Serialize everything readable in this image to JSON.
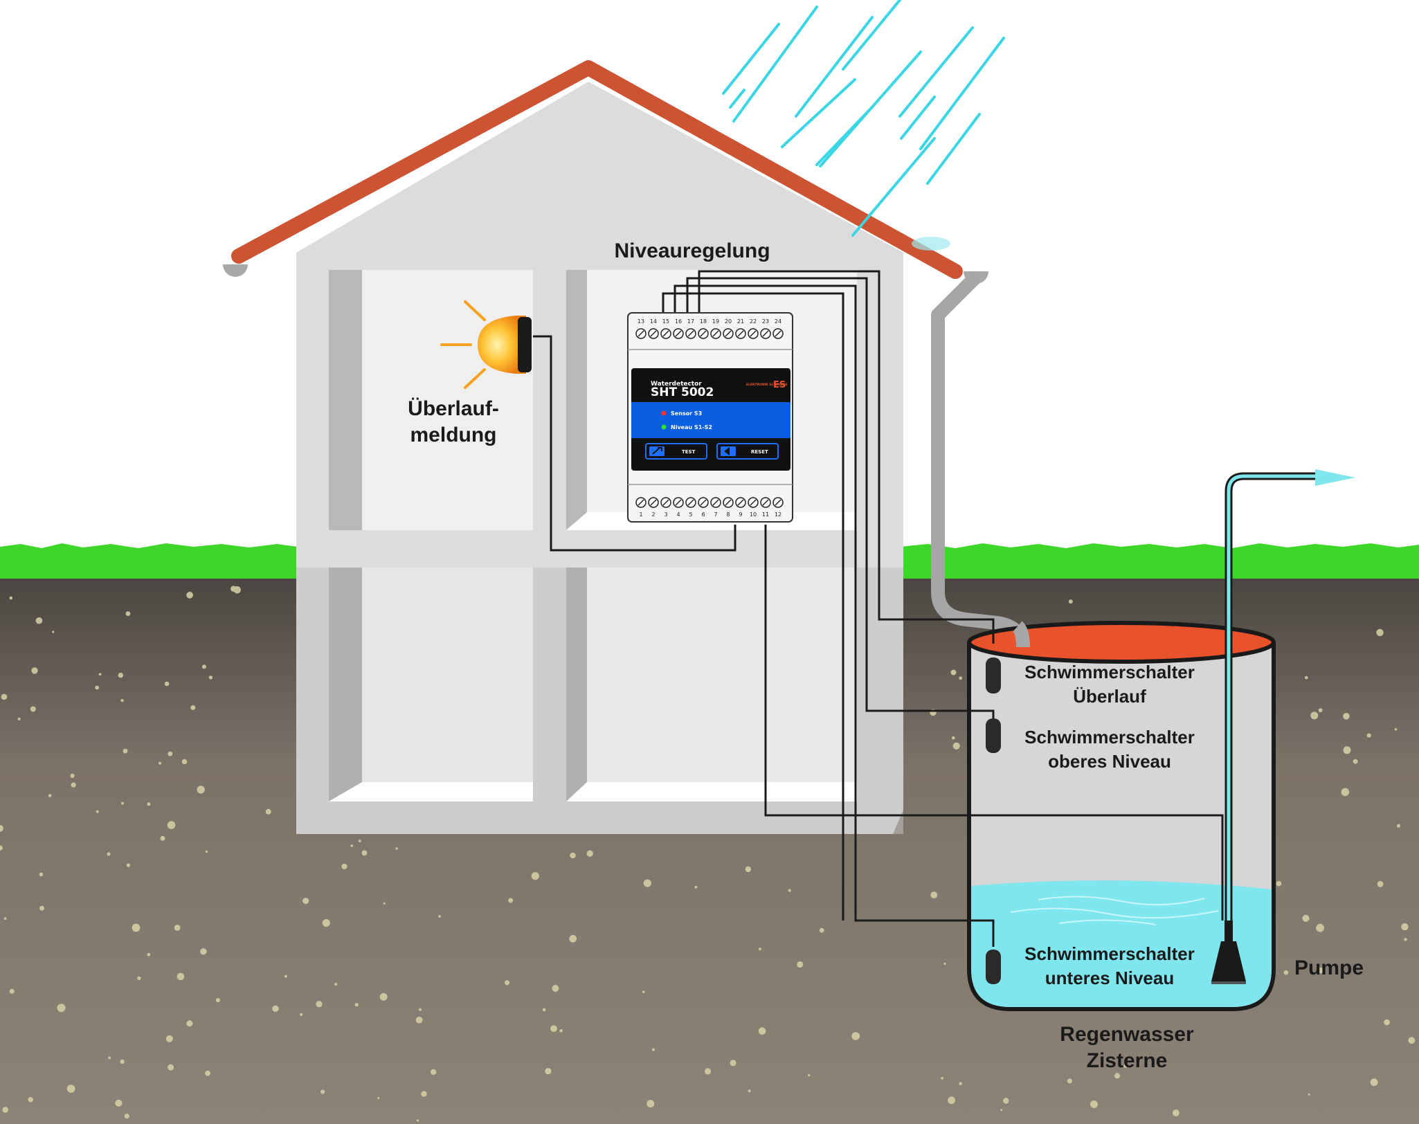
{
  "colors": {
    "sky": "#ffffff",
    "grass": "#3fd62a",
    "soil_top": "#4a4540",
    "soil_bottom": "#8a7f73",
    "roof": "#cc5432",
    "wall": "#d4d4d4",
    "water": "#7ee6ec",
    "cistern_top": "#e8532b",
    "rain": "#3ad6e6",
    "controller_blue": "#0a5fe0"
  },
  "labels": {
    "controller_title": "Niveauregelung",
    "overflow_alarm_line1": "Überlauf-",
    "overflow_alarm_line2": "meldung",
    "float_overflow_line1": "Schwimmerschalter",
    "float_overflow_line2": "Überlauf",
    "float_upper_line1": "Schwimmerschalter",
    "float_upper_line2": "oberes Niveau",
    "float_lower_line1": "Schwimmerschalter",
    "float_lower_line2": "unteres Niveau",
    "pump": "Pumpe",
    "cistern_line1": "Regenwasser",
    "cistern_line2": "Zisterne"
  },
  "controller": {
    "subtitle": "Waterdetector",
    "model": "SHT 5002",
    "brand": "ES",
    "brand_small": "ELEKTRONIK SCHMIEDE",
    "led1": "Sensor S3",
    "led2": "Niveau S1-S2",
    "button_test": "TEST",
    "button_reset": "RESET",
    "top_terminals": [
      "13",
      "14",
      "15",
      "16",
      "17",
      "18",
      "19",
      "20",
      "21",
      "22",
      "23",
      "24"
    ],
    "bottom_terminals": [
      "1",
      "2",
      "3",
      "4",
      "5",
      "6",
      "7",
      "8",
      "9",
      "10",
      "11",
      "12"
    ]
  }
}
